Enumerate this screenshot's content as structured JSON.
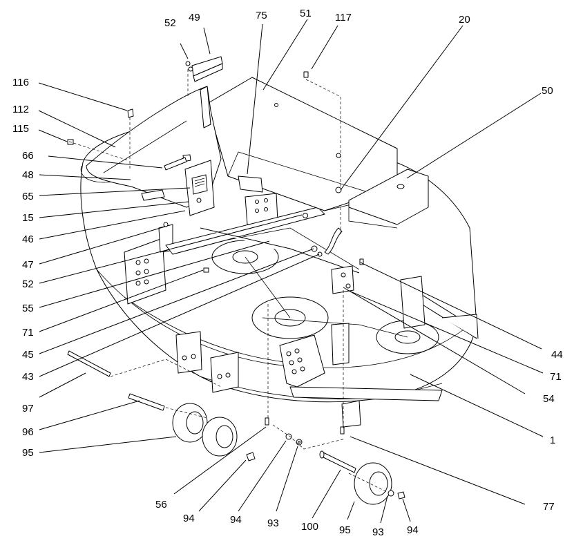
{
  "callouts": [
    {
      "id": "c52a",
      "text": "52"
    },
    {
      "id": "c49",
      "text": "49"
    },
    {
      "id": "c75",
      "text": "75"
    },
    {
      "id": "c51",
      "text": "51"
    },
    {
      "id": "c117",
      "text": "117"
    },
    {
      "id": "c20",
      "text": "20"
    },
    {
      "id": "c50",
      "text": "50"
    },
    {
      "id": "c116",
      "text": "116"
    },
    {
      "id": "c112",
      "text": "112"
    },
    {
      "id": "c115",
      "text": "115"
    },
    {
      "id": "c66",
      "text": "66"
    },
    {
      "id": "c48",
      "text": "48"
    },
    {
      "id": "c65",
      "text": "65"
    },
    {
      "id": "c15",
      "text": "15"
    },
    {
      "id": "c46",
      "text": "46"
    },
    {
      "id": "c47",
      "text": "47"
    },
    {
      "id": "c52b",
      "text": "52"
    },
    {
      "id": "c55",
      "text": "55"
    },
    {
      "id": "c71a",
      "text": "71"
    },
    {
      "id": "c45",
      "text": "45"
    },
    {
      "id": "c43",
      "text": "43"
    },
    {
      "id": "c97",
      "text": "97"
    },
    {
      "id": "c96",
      "text": "96"
    },
    {
      "id": "c95a",
      "text": "95"
    },
    {
      "id": "c56",
      "text": "56"
    },
    {
      "id": "c94a",
      "text": "94"
    },
    {
      "id": "c94b",
      "text": "94"
    },
    {
      "id": "c93a",
      "text": "93"
    },
    {
      "id": "c100",
      "text": "100"
    },
    {
      "id": "c95b",
      "text": "95"
    },
    {
      "id": "c93b",
      "text": "93"
    },
    {
      "id": "c94c",
      "text": "94"
    },
    {
      "id": "c77",
      "text": "77"
    },
    {
      "id": "c1",
      "text": "1"
    },
    {
      "id": "c54",
      "text": "54"
    },
    {
      "id": "c71b",
      "text": "71"
    },
    {
      "id": "c44",
      "text": "44"
    }
  ]
}
